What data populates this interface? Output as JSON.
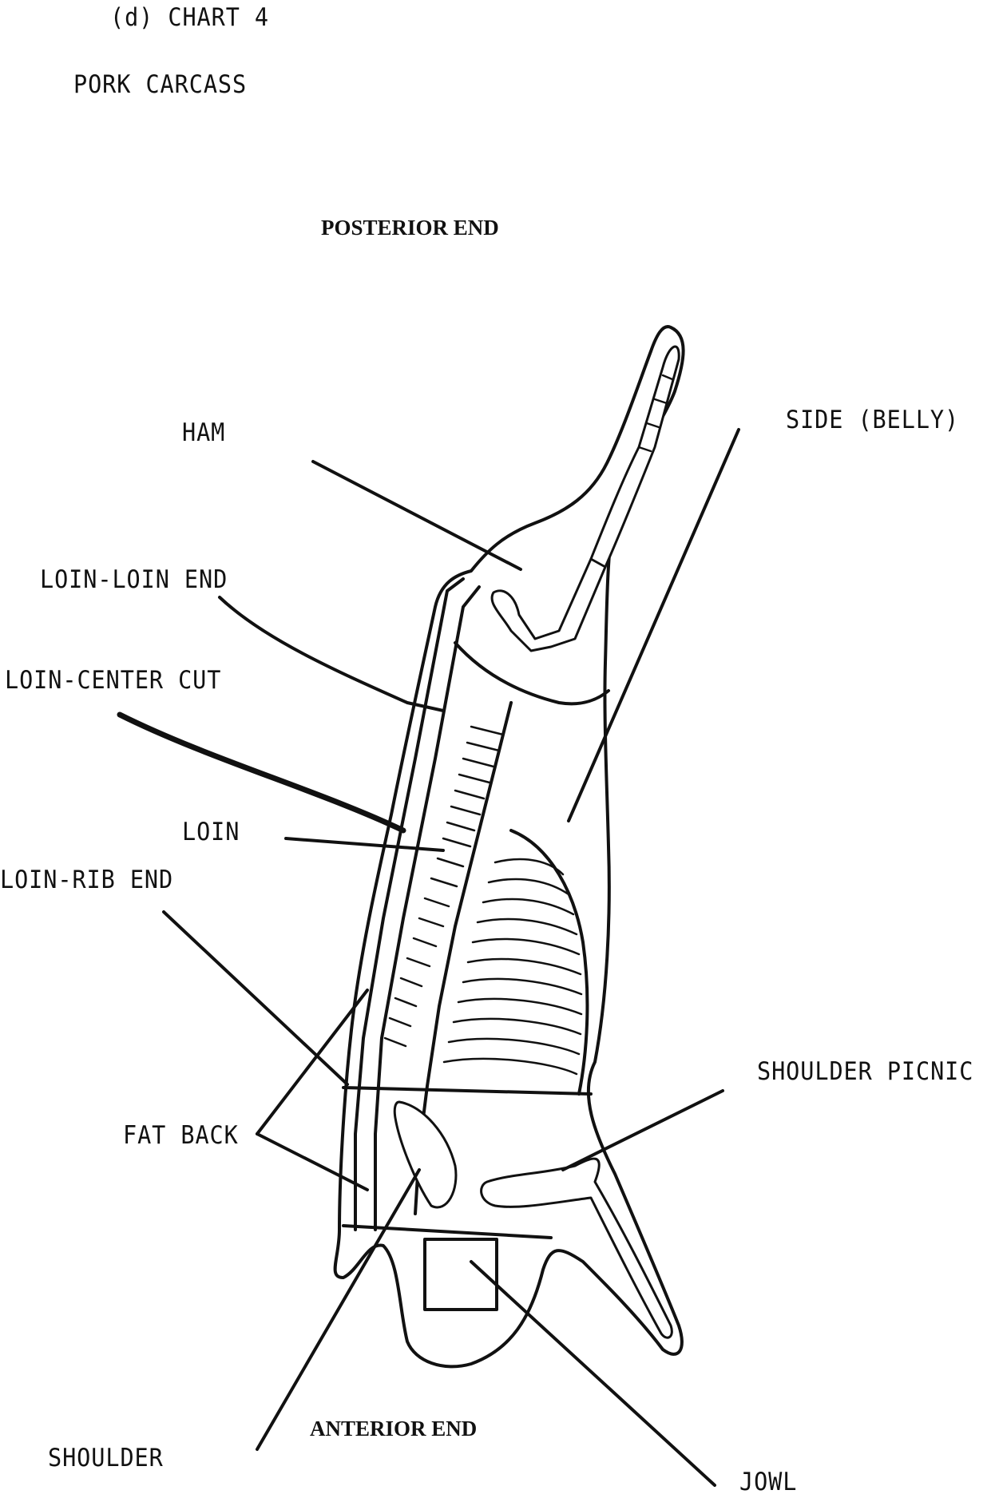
{
  "header": {
    "chart_id": "(d) CHART 4",
    "subject": "PORK CARCASS"
  },
  "orientation": {
    "top": "POSTERIOR END",
    "bottom": "ANTERIOR END"
  },
  "labels": {
    "ham": "HAM",
    "side_belly": "SIDE (BELLY)",
    "loin_loin_end": "LOIN-LOIN END",
    "loin_center_cut": "LOIN-CENTER CUT",
    "loin": "LOIN",
    "loin_rib_end": "LOIN-RIB END",
    "shoulder_picnic": "SHOULDER PICNIC",
    "fat_back": "FAT BACK",
    "shoulder": "SHOULDER",
    "jowl": "JOWL"
  }
}
